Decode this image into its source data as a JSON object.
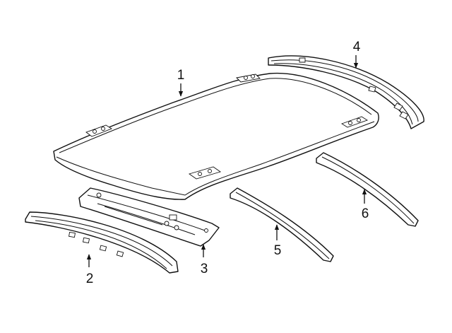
{
  "diagram": {
    "callouts": [
      "1",
      "2",
      "3",
      "4",
      "5",
      "6"
    ]
  },
  "colors": {
    "line": "#111111",
    "background": "#ffffff"
  }
}
